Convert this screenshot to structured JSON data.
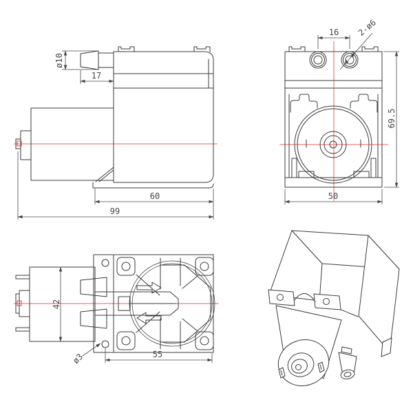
{
  "drawing": {
    "title": "diaphragm-pump-dimension-drawing",
    "colors": {
      "background": "#ffffff",
      "line": "#3a3a3a",
      "centerline": "#f05c5c",
      "dimension": "#474747"
    },
    "views": {
      "side": {
        "dims": {
          "nozzle_diameter": "ø10",
          "nozzle_length": "17",
          "base_length": "60",
          "overall_length": "99"
        }
      },
      "front": {
        "dims": {
          "port_spacing": "16",
          "port_holes": "2-ø6",
          "overall_height": "69.5",
          "overall_width": "50"
        }
      },
      "bottom": {
        "dims": {
          "motor_width": "42",
          "mount_hole_diameter": "ø3",
          "head_length": "55"
        }
      }
    }
  }
}
